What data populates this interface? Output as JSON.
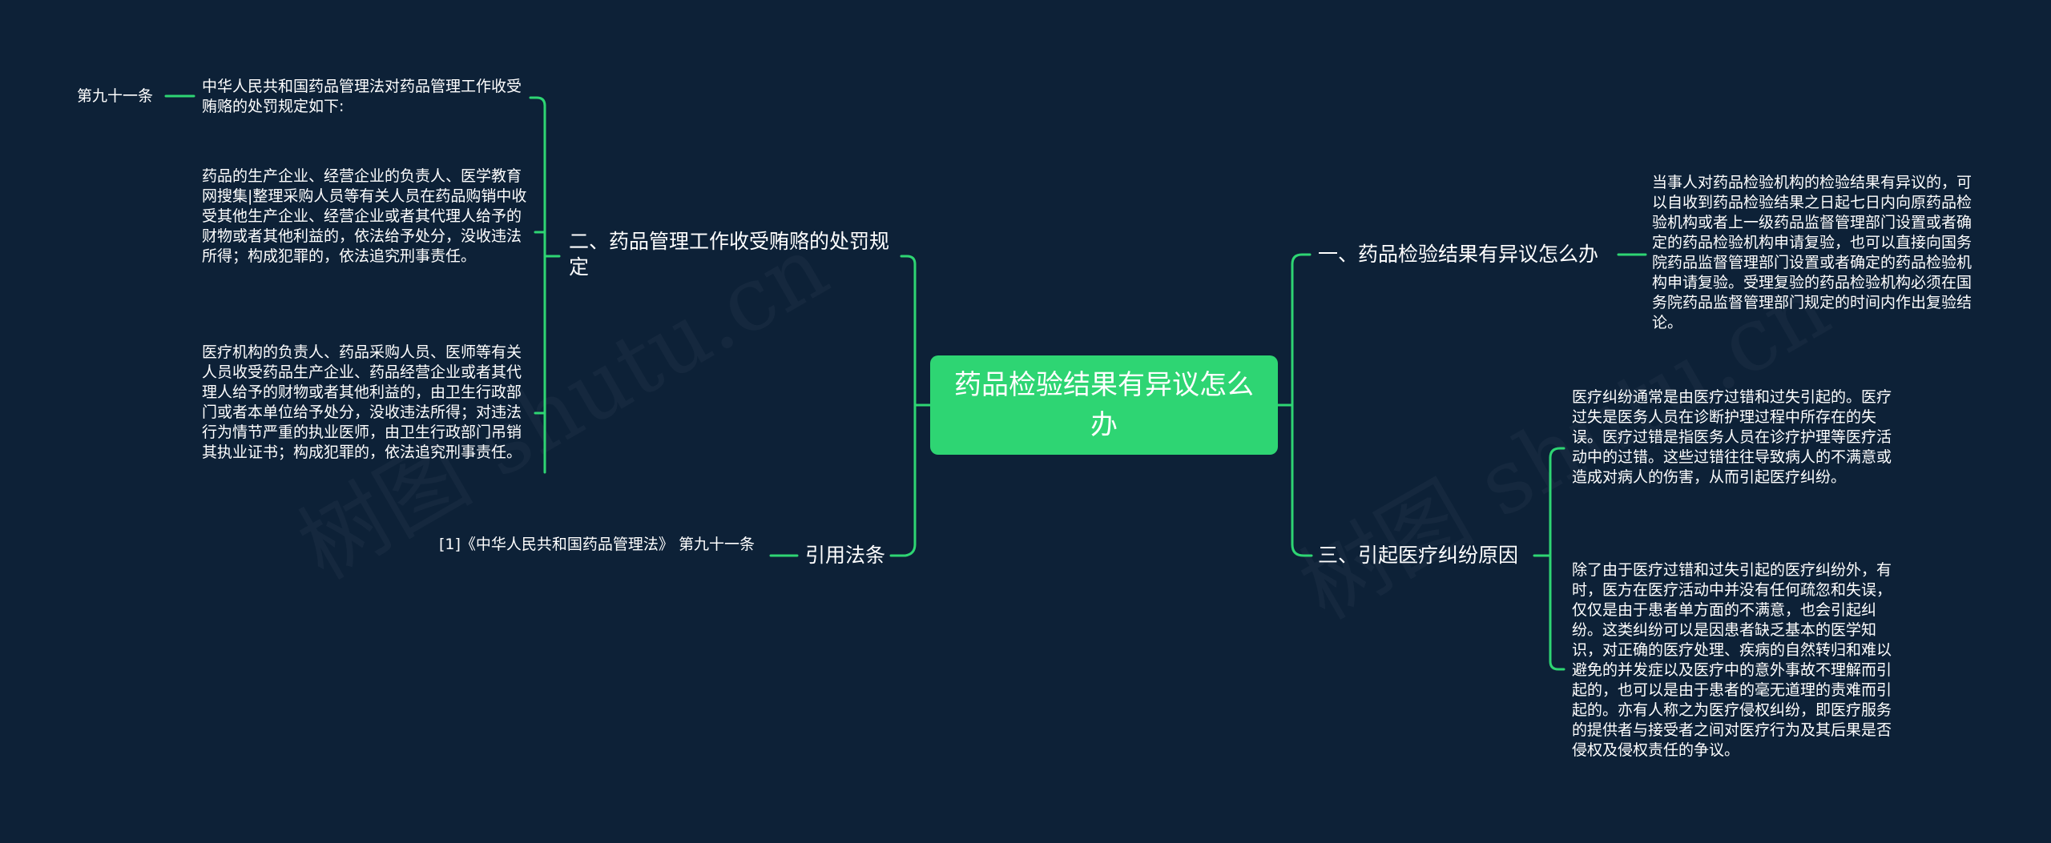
{
  "mindmap": {
    "root": "药品检验结果有异议怎么办",
    "branches": {
      "b1": "一、药品检验结果有异议怎么办",
      "b2": "二、药品管理工作收受贿赂的处罚规定",
      "b3": "三、引起医疗纠纷原因",
      "b4": "引用法条"
    },
    "leaves": {
      "b1_l1": "当事人对药品检验机构的检验结果有异议的，可以自收到药品检验结果之日起七日内向原药品检验机构或者上一级药品监督管理部门设置或者确定的药品检验机构申请复验，也可以直接向国务院药品监督管理部门设置或者确定的药品检验机构申请复验。受理复验的药品检验机构必须在国务院药品监督管理部门规定的时间内作出复验结论。",
      "b2_l1": "中华人民共和国药品管理法对药品管理工作收受贿赂的处罚规定如下:",
      "b2_l1_sub": "第九十一条",
      "b2_l2": "药品的生产企业、经营企业的负责人、医学教育网搜集|整理采购人员等有关人员在药品购销中收受其他生产企业、经营企业或者其代理人给予的财物或者其他利益的，依法给予处分，没收违法所得；构成犯罪的，依法追究刑事责任。",
      "b2_l3": "医疗机构的负责人、药品采购人员、医师等有关人员收受药品生产企业、药品经营企业或者其代理人给予的财物或者其他利益的，由卫生行政部门或者本单位给予处分，没收违法所得；对违法行为情节严重的执业医师，由卫生行政部门吊销其执业证书；构成犯罪的，依法追究刑事责任。",
      "b3_l1": "医疗纠纷通常是由医疗过错和过失引起的。医疗过失是医务人员在诊断护理过程中所存在的失误。医疗过错是指医务人员在诊疗护理等医疗活动中的过错。这些过错往往导致病人的不满意或造成对病人的伤害，从而引起医疗纠纷。",
      "b3_l2": "除了由于医疗过错和过失引起的医疗纠纷外，有时，医方在医疗活动中并没有任何疏忽和失误，仅仅是由于患者单方面的不满意，也会引起纠纷。这类纠纷可以是因患者缺乏基本的医学知识，对正确的医疗处理、疾病的自然转归和难以避免的并发症以及医疗中的意外事故不理解而引起的，也可以是由于患者的毫无道理的责难而引起的。亦有人称之为医疗侵权纠纷，即医疗服务的提供者与接受者之间对医疗行为及其后果是否侵权及侵权责任的争议。",
      "b4_l1": "[1]《中华人民共和国药品管理法》 第九十一条"
    },
    "watermark": "树图 shutu.cn"
  },
  "colors": {
    "background": "#0d2137",
    "root_fill": "#2ed573",
    "connector": "#2ed573",
    "text": "#ffffff"
  }
}
